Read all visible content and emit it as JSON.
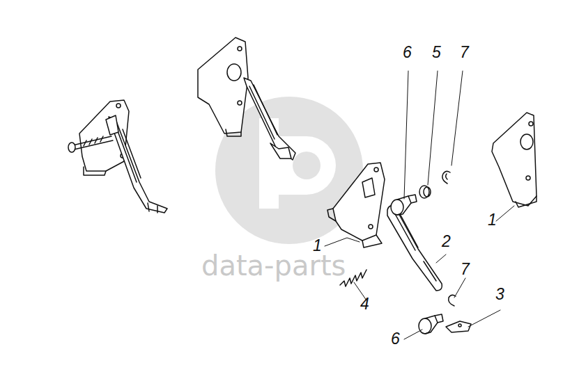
{
  "diagram": {
    "labels": [
      "6",
      "5",
      "7",
      "1",
      "1",
      "2",
      "data-parts",
      "7",
      "3",
      "4",
      "6"
    ]
  }
}
